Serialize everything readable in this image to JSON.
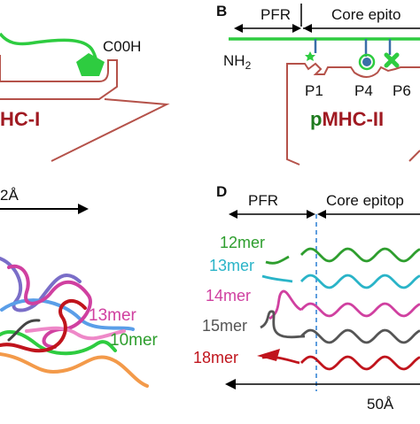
{
  "colors": {
    "mhc_outline": "#b5524a",
    "peptide_green": "#2ecc40",
    "mhc_label_red": "#a01a22",
    "p_green": "#1e7a1e",
    "anchor_blue": "#3a6ea8",
    "axis_dashed": "#2a7fd4",
    "mer12": "#2e9e2e",
    "mer13": "#2ab4c8",
    "mer14": "#d040a0",
    "mer15": "#555555",
    "mer18": "#c0141c",
    "ribbon_orange": "#f39a4a",
    "ribbon_blue": "#5a9ee8",
    "ribbon_purple": "#7a6ec8"
  },
  "panel_a": {
    "cooh_label": "C00H",
    "mhc_label": "HC-I",
    "distance_label": "2Å"
  },
  "panel_b": {
    "panel_letter": "B",
    "pfr_label": "PFR",
    "core_label": "Core epito",
    "nh2_label_main": "NH",
    "nh2_label_sub": "2",
    "pocket_labels": [
      "P1",
      "P4",
      "P6"
    ],
    "mhc_label_p": "p",
    "mhc_label_rest": "MHC-II"
  },
  "panel_c": {
    "labels": [
      "13mer",
      "10mer"
    ]
  },
  "panel_d": {
    "panel_letter": "D",
    "pfr_label": "PFR",
    "core_label": "Core epitop",
    "distance_label": "50Å",
    "peptides": [
      {
        "label": "12mer",
        "color_key": "mer12"
      },
      {
        "label": "13mer",
        "color_key": "mer13"
      },
      {
        "label": "14mer",
        "color_key": "mer14"
      },
      {
        "label": "15mer",
        "color_key": "mer15"
      },
      {
        "label": "18mer",
        "color_key": "mer18"
      }
    ]
  }
}
